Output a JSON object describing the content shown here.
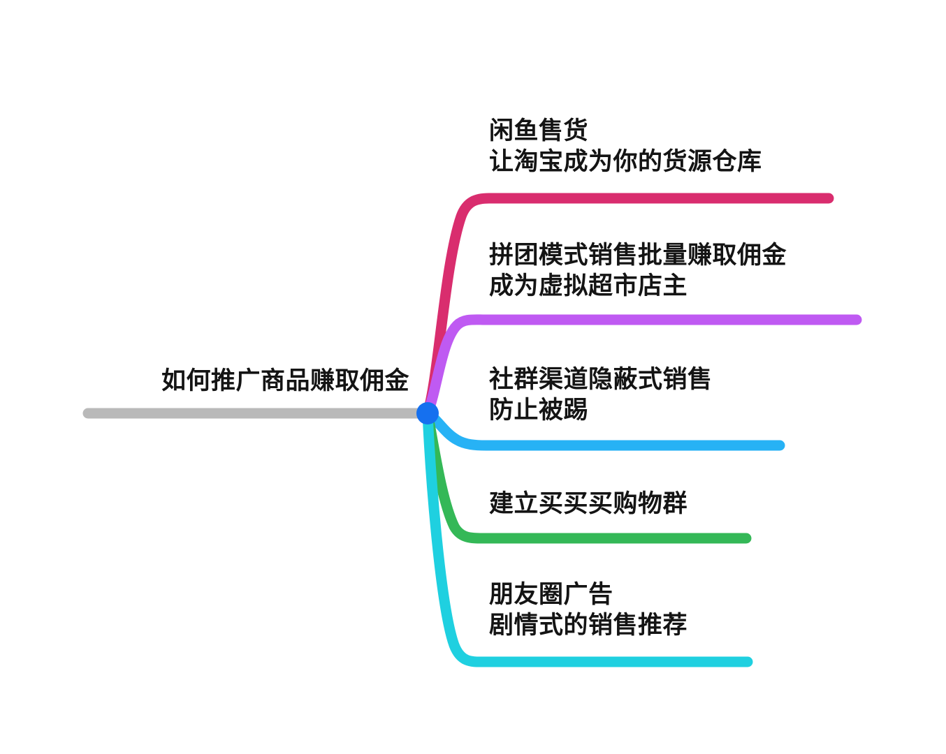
{
  "diagram": {
    "type": "mind-map",
    "orientation": "left-to-right",
    "background_color": "#ffffff",
    "text_color": "#141414",
    "trunk_color": "#b9b9b9",
    "hub_color": "#1570ef"
  },
  "root": {
    "label": "如何推广商品赚取佣金",
    "branch_count": 5
  },
  "branches": [
    {
      "index": 1,
      "color": "#d92d6e",
      "lines": [
        "闲鱼售货",
        "让淘宝成为你的货源仓库"
      ],
      "text": "闲鱼售货\n让淘宝成为你的货源仓库"
    },
    {
      "index": 2,
      "color": "#bf5af2",
      "lines": [
        "拼团模式销售批量赚取佣金",
        "成为虚拟超市店主"
      ],
      "text": "拼团模式销售批量赚取佣金\n成为虚拟超市店主"
    },
    {
      "index": 3,
      "color": "#27b2f5",
      "lines": [
        "社群渠道隐蔽式销售",
        "防止被踢"
      ],
      "text": "社群渠道隐蔽式销售\n防止被踢"
    },
    {
      "index": 4,
      "color": "#34b857",
      "lines": [
        "建立买买买购物群"
      ],
      "text": "建立买买买购物群"
    },
    {
      "index": 5,
      "color": "#1fd0e0",
      "lines": [
        "朋友圈广告",
        "剧情式的销售推荐"
      ],
      "text": "朋友圈广告\n剧情式的销售推荐"
    }
  ]
}
